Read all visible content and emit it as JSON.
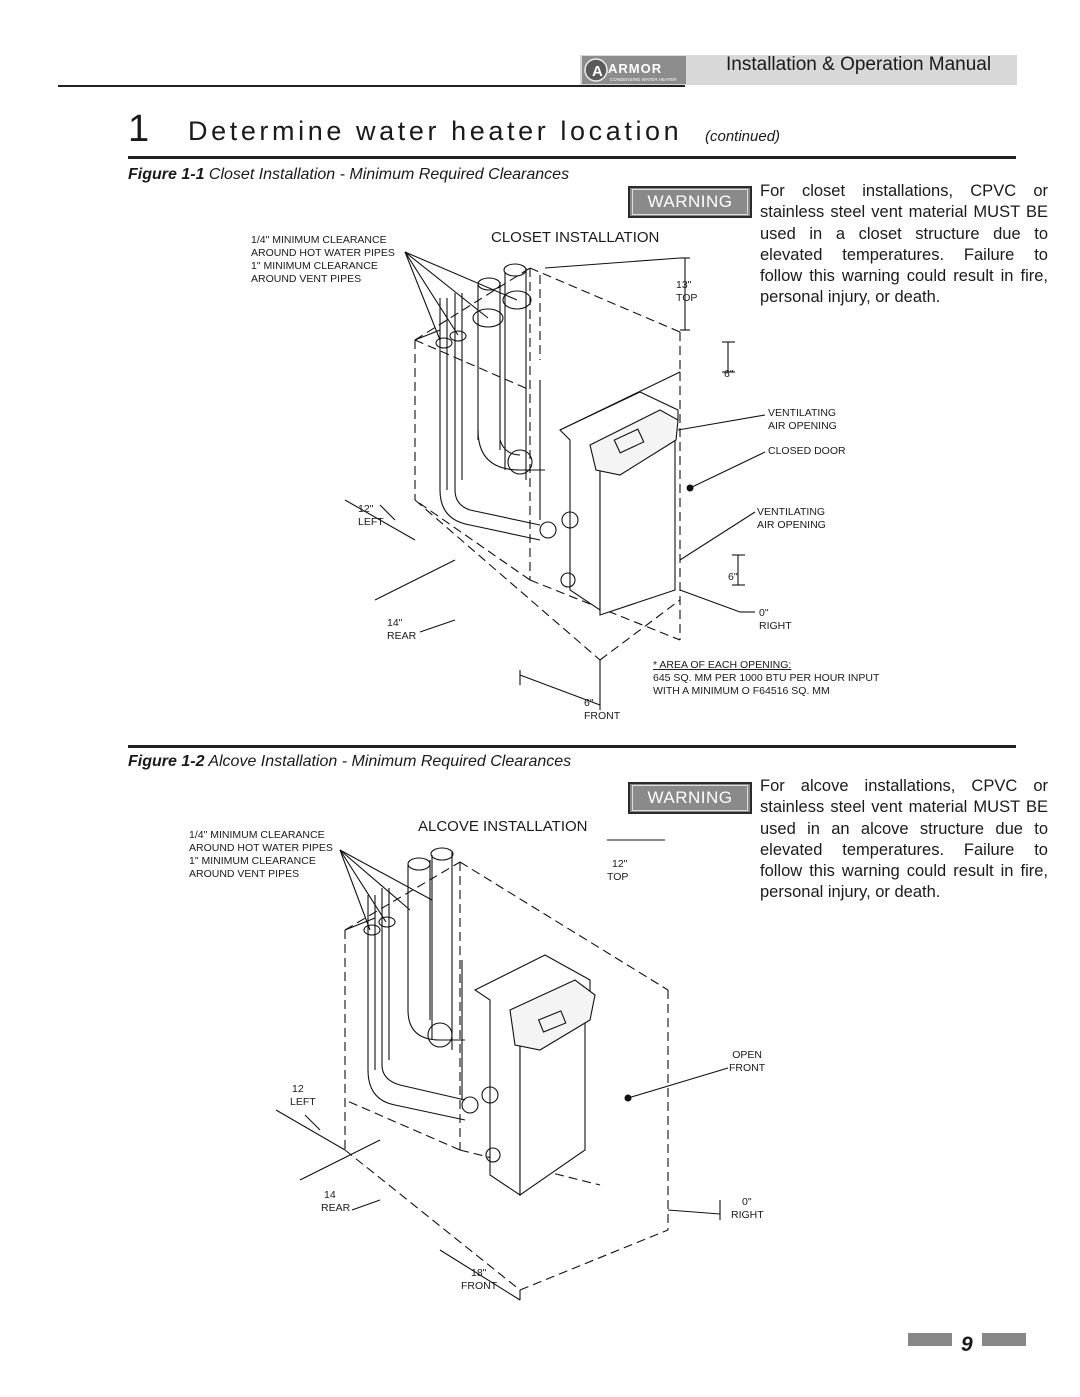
{
  "header": {
    "brand": "ARMOR",
    "brand_sub": "CONDENSING WATER HEATER",
    "manual_title": "Installation & Operation Manual"
  },
  "section": {
    "number": "1",
    "title": "Determine water heater location",
    "continued": "(continued)"
  },
  "figure1": {
    "caption_num": "Figure 1-1",
    "caption_text": " Closet Installation - Minimum Required Clearances",
    "warning_label": "WARNING",
    "warning_text": "For closet installations, CPVC or stainless steel vent material MUST BE used in a closet structure due to elevated temperatures. Failure to follow this warning could result in fire, personal injury, or death.",
    "diagram_title": "CLOSET INSTALLATION",
    "clearance_note": "1/4\" MINIMUM CLEARANCE\nAROUND HOT WATER PIPES\n1\" MINIMUM CLEARANCE\nAROUND VENT PIPES",
    "top_value": "13\"",
    "top_label": "TOP",
    "six_upper": "6\"",
    "vent_upper": "VENTILATING\nAIR OPENING",
    "closed_door": "CLOSED DOOR",
    "left_value": "12\"",
    "left_label": "LEFT",
    "vent_lower": "VENTILATING\nAIR OPENING",
    "six_lower": "6\"",
    "rear_value": "14\"",
    "rear_label": "REAR",
    "right_value": "0\"",
    "right_label": "RIGHT",
    "area_title": "* AREA OF EACH OPENING:",
    "area_line1": "645 SQ. MM PER 1000 BTU PER HOUR INPUT",
    "area_line2": "WITH A MINIMUM O F64516 SQ. MM",
    "front_value": "6\"",
    "front_label": "FRONT"
  },
  "figure2": {
    "caption_num": "Figure 1-2",
    "caption_text": " Alcove Installation - Minimum Required Clearances",
    "warning_label": "WARNING",
    "warning_text": "For alcove installations, CPVC or stainless steel vent material MUST BE used in an alcove structure due to elevated temperatures. Failure to follow this warning could result in fire, personal injury, or death.",
    "diagram_title": "ALCOVE INSTALLATION",
    "clearance_note": "1/4\" MINIMUM CLEARANCE\nAROUND HOT WATER PIPES\n1\" MINIMUM CLEARANCE\nAROUND VENT PIPES",
    "top_value": "12\"",
    "top_label": "TOP",
    "open_front": "OPEN\nFRONT",
    "left_value": "12",
    "left_label": "LEFT",
    "rear_value": "14",
    "rear_label": "REAR",
    "right_value": "0\"",
    "right_label": "RIGHT",
    "front_value": "18\"",
    "front_label": "FRONT"
  },
  "footer": {
    "page_number": "9"
  }
}
